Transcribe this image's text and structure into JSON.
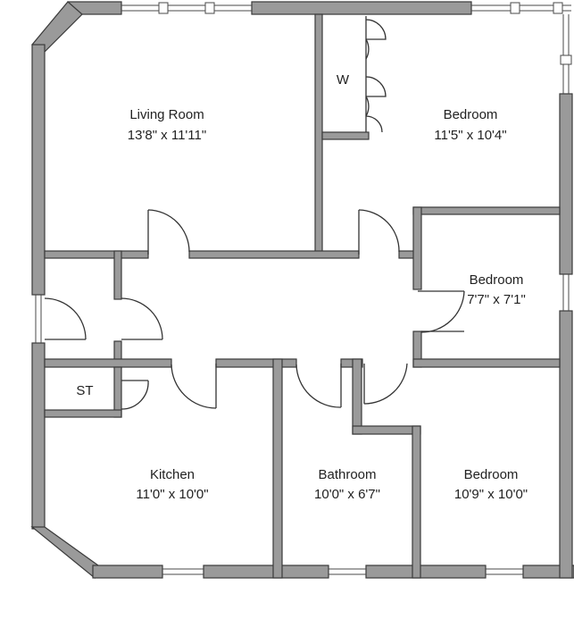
{
  "rooms": {
    "living": {
      "name": "Living Room",
      "size": "13'8\" x 11'11\""
    },
    "bedroom_main": {
      "name": "Bedroom",
      "size": "11'5\" x 10'4\""
    },
    "bedroom_small": {
      "name": "Bedroom",
      "size": "7'7\" x 7'1\""
    },
    "kitchen": {
      "name": "Kitchen",
      "size": "11'0\" x 10'0\""
    },
    "bathroom": {
      "name": "Bathroom",
      "size": "10'0\" x 6'7\""
    },
    "bedroom_corner": {
      "name": "Bedroom",
      "size": "10'9\" x 10'0\""
    },
    "wardrobe": {
      "name": "W"
    },
    "storage": {
      "name": "ST"
    }
  }
}
